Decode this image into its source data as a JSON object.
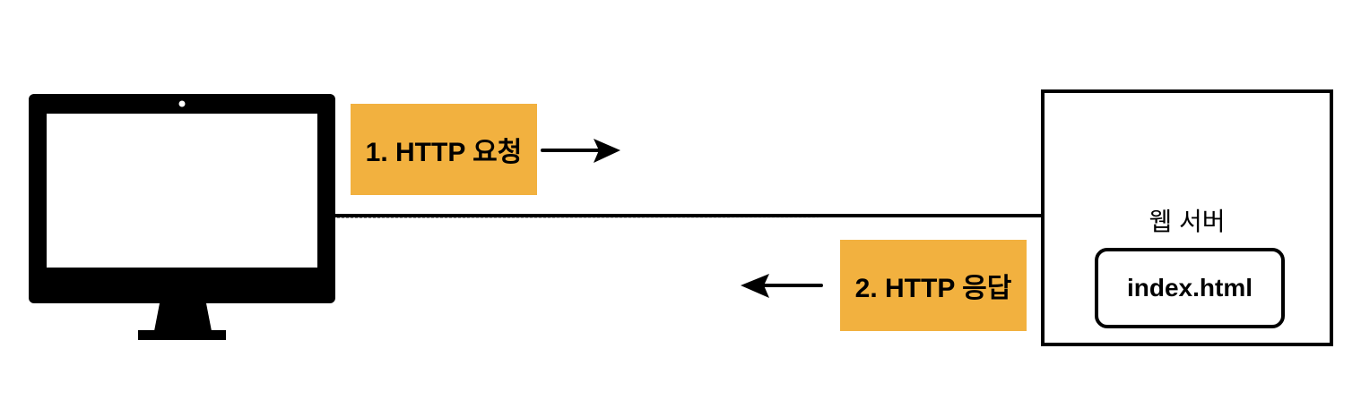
{
  "request_label": "1. HTTP 요청",
  "response_label": "2. HTTP 응답",
  "server": {
    "title": "웹 서버",
    "file": "index.html"
  },
  "icons": {
    "client": "computer-monitor-icon",
    "request_arrow": "arrow-right-icon",
    "response_arrow": "arrow-left-icon"
  },
  "colors": {
    "label_background": "#f2b13f",
    "ink": "#000000"
  }
}
